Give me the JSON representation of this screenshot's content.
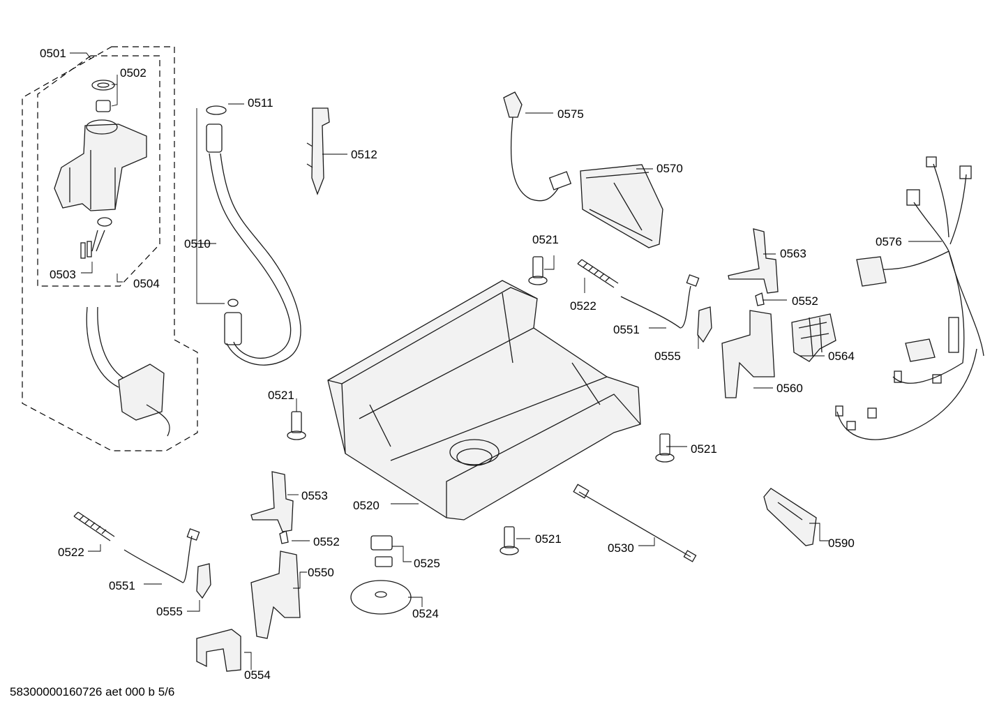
{
  "labels": {
    "l0501": "0501",
    "l0502": "0502",
    "l0503": "0503",
    "l0504": "0504",
    "l0510": "0510",
    "l0511": "0511",
    "l0512": "0512",
    "l0520": "0520",
    "l0521a": "0521",
    "l0521b": "0521",
    "l0521c": "0521",
    "l0521d": "0521",
    "l0522a": "0522",
    "l0522b": "0522",
    "l0524": "0524",
    "l0525": "0525",
    "l0530": "0530",
    "l0550": "0550",
    "l0551a": "0551",
    "l0551b": "0551",
    "l0552a": "0552",
    "l0552b": "0552",
    "l0553": "0553",
    "l0554": "0554",
    "l0555a": "0555",
    "l0555b": "0555",
    "l0560": "0560",
    "l0563": "0563",
    "l0564": "0564",
    "l0570": "0570",
    "l0575": "0575",
    "l0576": "0576",
    "l0590": "0590"
  },
  "footer": "58300000160726 aet 000 b 5/6"
}
